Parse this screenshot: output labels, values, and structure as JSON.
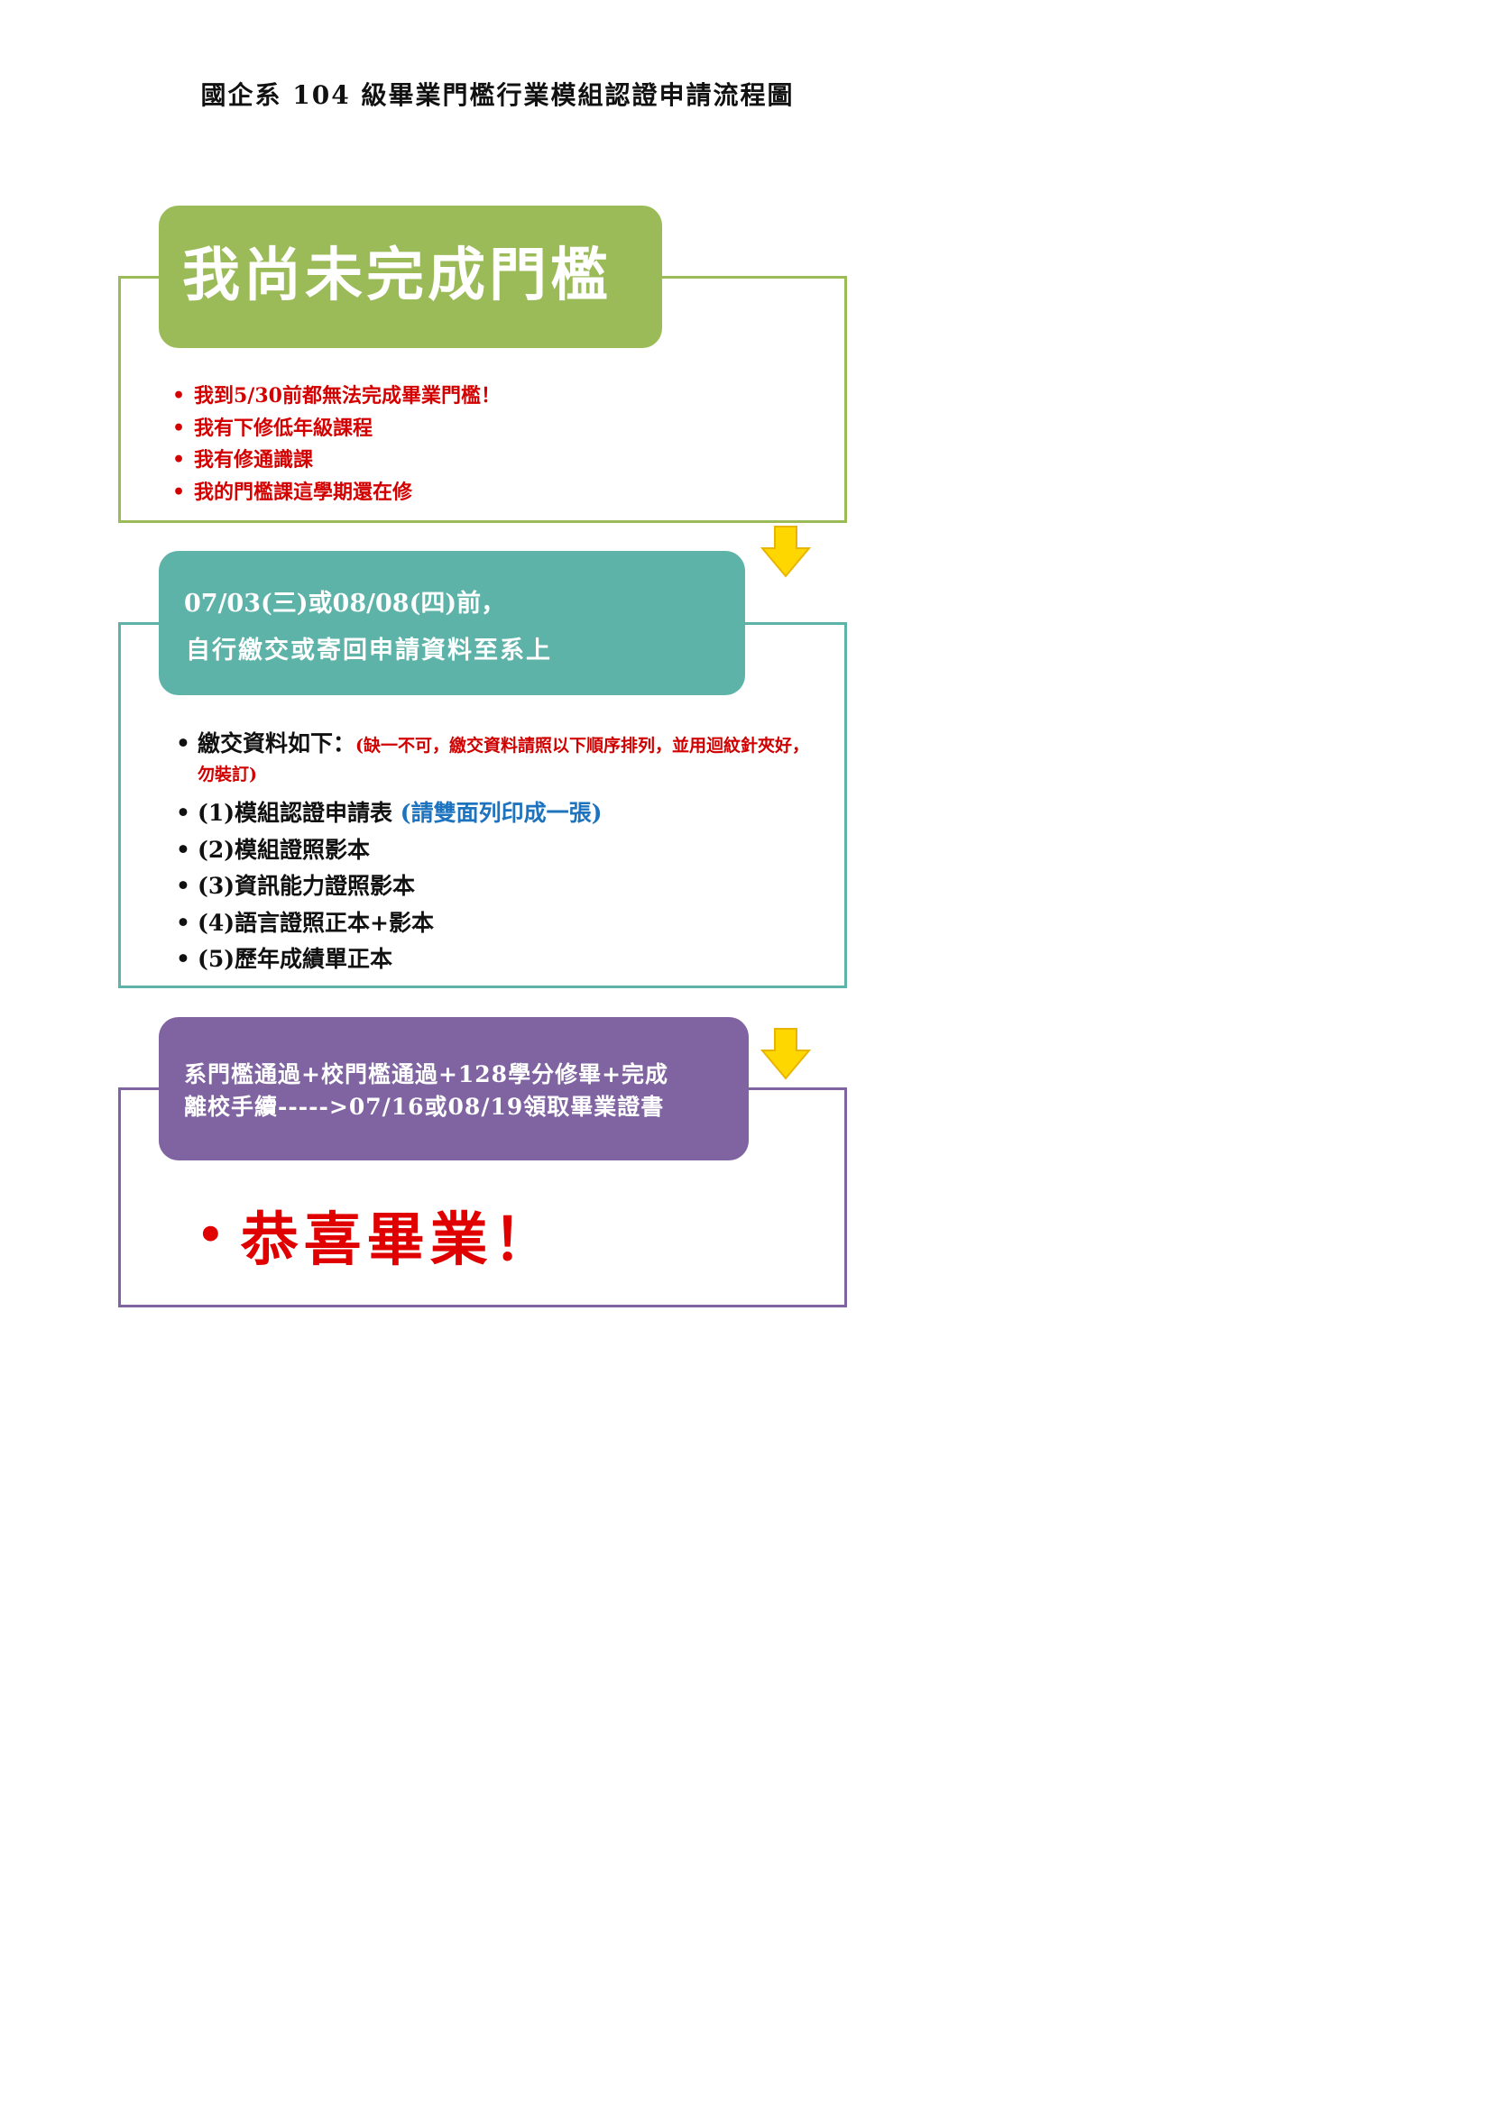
{
  "title": "國企系 104 級畢業門檻行業模組認證申請流程圖",
  "colors": {
    "green": "#9bbb59",
    "teal": "#5eb3a9",
    "purple": "#8064a2",
    "red": "#d40000",
    "blue": "#1e73be",
    "arrow": "#ffd700"
  },
  "step1": {
    "heading": "我尚未完成門檻",
    "items": [
      "我到5/30前都無法完成畢業門檻！",
      "我有下修低年級課程",
      "我有修通識課",
      "我的門檻課這學期還在修"
    ]
  },
  "step2": {
    "heading_line1": "07/03(三)或08/08(四)前，",
    "heading_line2": "自行繳交或寄回申請資料至系上",
    "intro_label": "繳交資料如下：",
    "intro_note": "(缺一不可，繳交資料請照以下順序排列，並用迴紋針夾好，勿裝訂)",
    "item1_label": "(1)模組認證申請表",
    "item1_hint": "(請雙面列印成一張)",
    "items": [
      "(2)模組證照影本",
      "(3)資訊能力證照影本",
      "(4)語言證照正本+影本",
      "(5)歷年成績單正本"
    ]
  },
  "step3": {
    "heading_line1": "系門檻通過+校門檻通過+128學分修畢+完成",
    "heading_line2": "離校手續----->07/16或08/19領取畢業證書",
    "congrats": "恭喜畢業！"
  },
  "icons": [
    "down-arrow-icon",
    "down-arrow-icon"
  ]
}
